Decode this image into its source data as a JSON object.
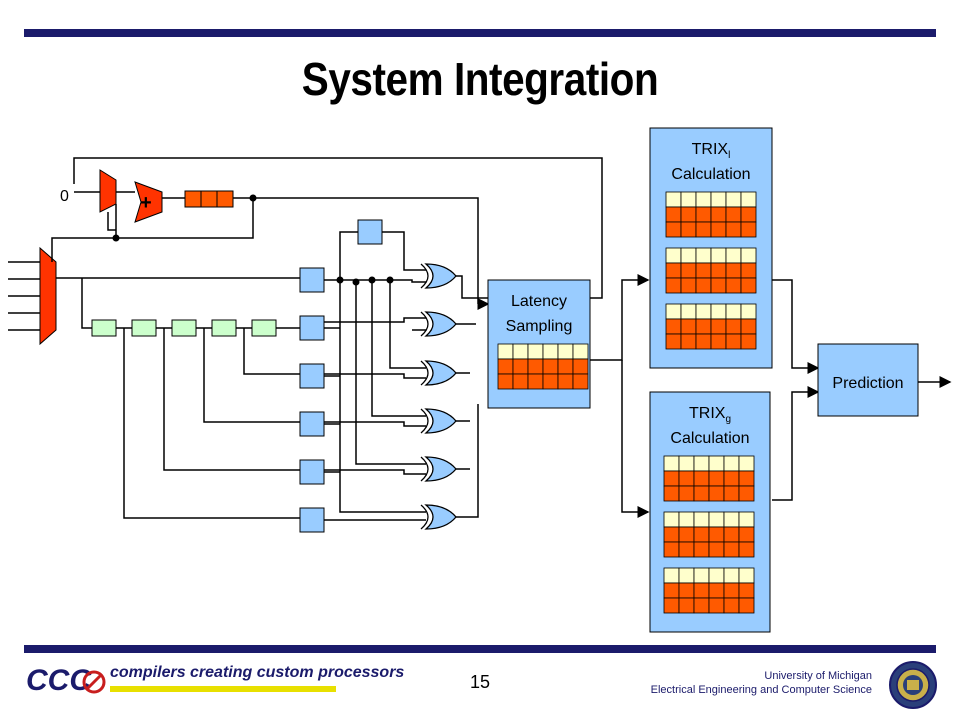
{
  "slide": {
    "title": "System Integration",
    "page_number": "15"
  },
  "diagram": {
    "zero_label": "0",
    "adder_label": "+",
    "latency_block": {
      "line1": "Latency",
      "line2": "Sampling"
    },
    "trix_l_block": {
      "name": "TRIX",
      "subscript": "l",
      "line2": "Calculation"
    },
    "trix_g_block": {
      "name": "TRIX",
      "subscript": "g",
      "line2": "Calculation"
    },
    "prediction_block": {
      "label": "Prediction"
    }
  },
  "footer": {
    "logo_text": "CCC",
    "tagline": "compilers creating custom processors",
    "university_line1": "University of Michigan",
    "university_line2": "Electrical Engineering and Computer Science"
  },
  "colors": {
    "accent_bar": "#1b1b6b",
    "block_blue": "#99ccff",
    "register_orange": "#ff5a00",
    "register_yellow": "#ffffcc",
    "shift_green": "#ccffcc",
    "mux_red": "#ff3300"
  }
}
